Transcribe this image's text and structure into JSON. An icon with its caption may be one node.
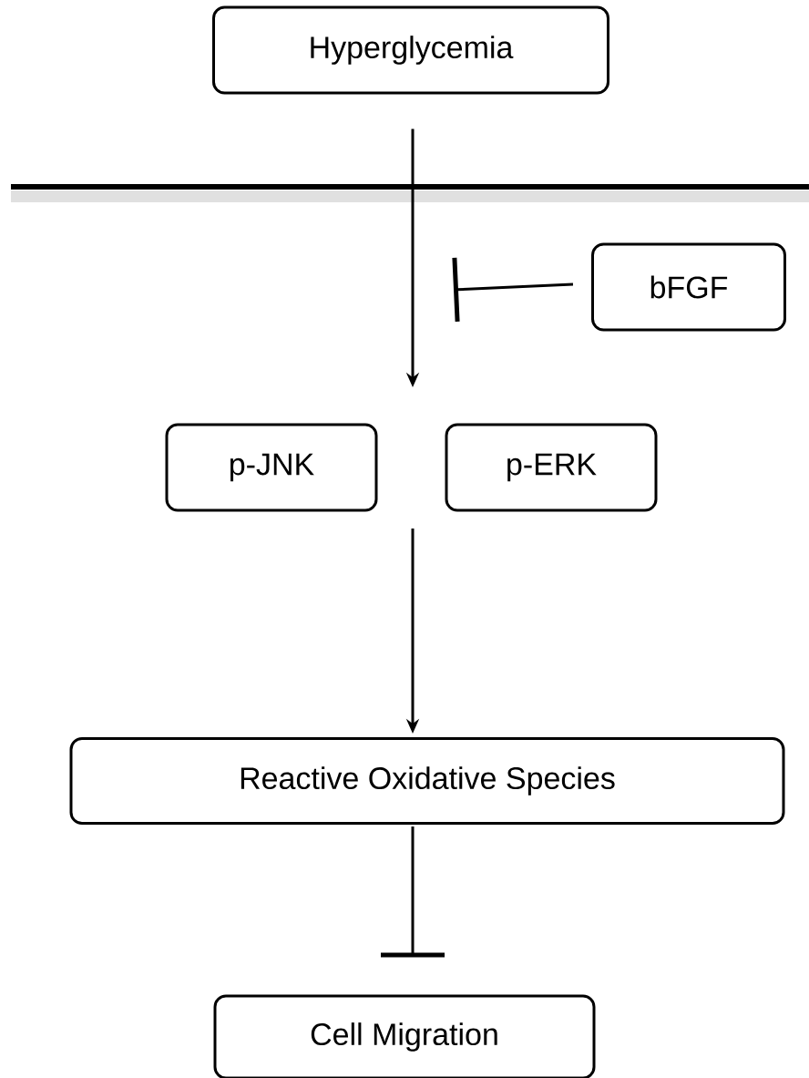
{
  "diagram": {
    "nodes": [
      {
        "text": [
          "Hyperglycemia"
        ]
      },
      {
        "text": [
          "bFGF"
        ]
      },
      {
        "text": [
          "p-JNK"
        ]
      },
      {
        "text": [
          "p-ERK"
        ]
      },
      {
        "text": [
          "Reactive Oxidative Species"
        ]
      },
      {
        "text": [
          "Cell Migration"
        ]
      }
    ],
    "edges": [
      {
        "from": 0,
        "to": null,
        "arrow": "to"
      },
      {
        "from": null,
        "to": 4,
        "arrow": "to"
      },
      {
        "from": 1,
        "to": null,
        "arrow": "other"
      },
      {
        "from": 4,
        "to": 5,
        "arrow": "other"
      }
    ]
  }
}
